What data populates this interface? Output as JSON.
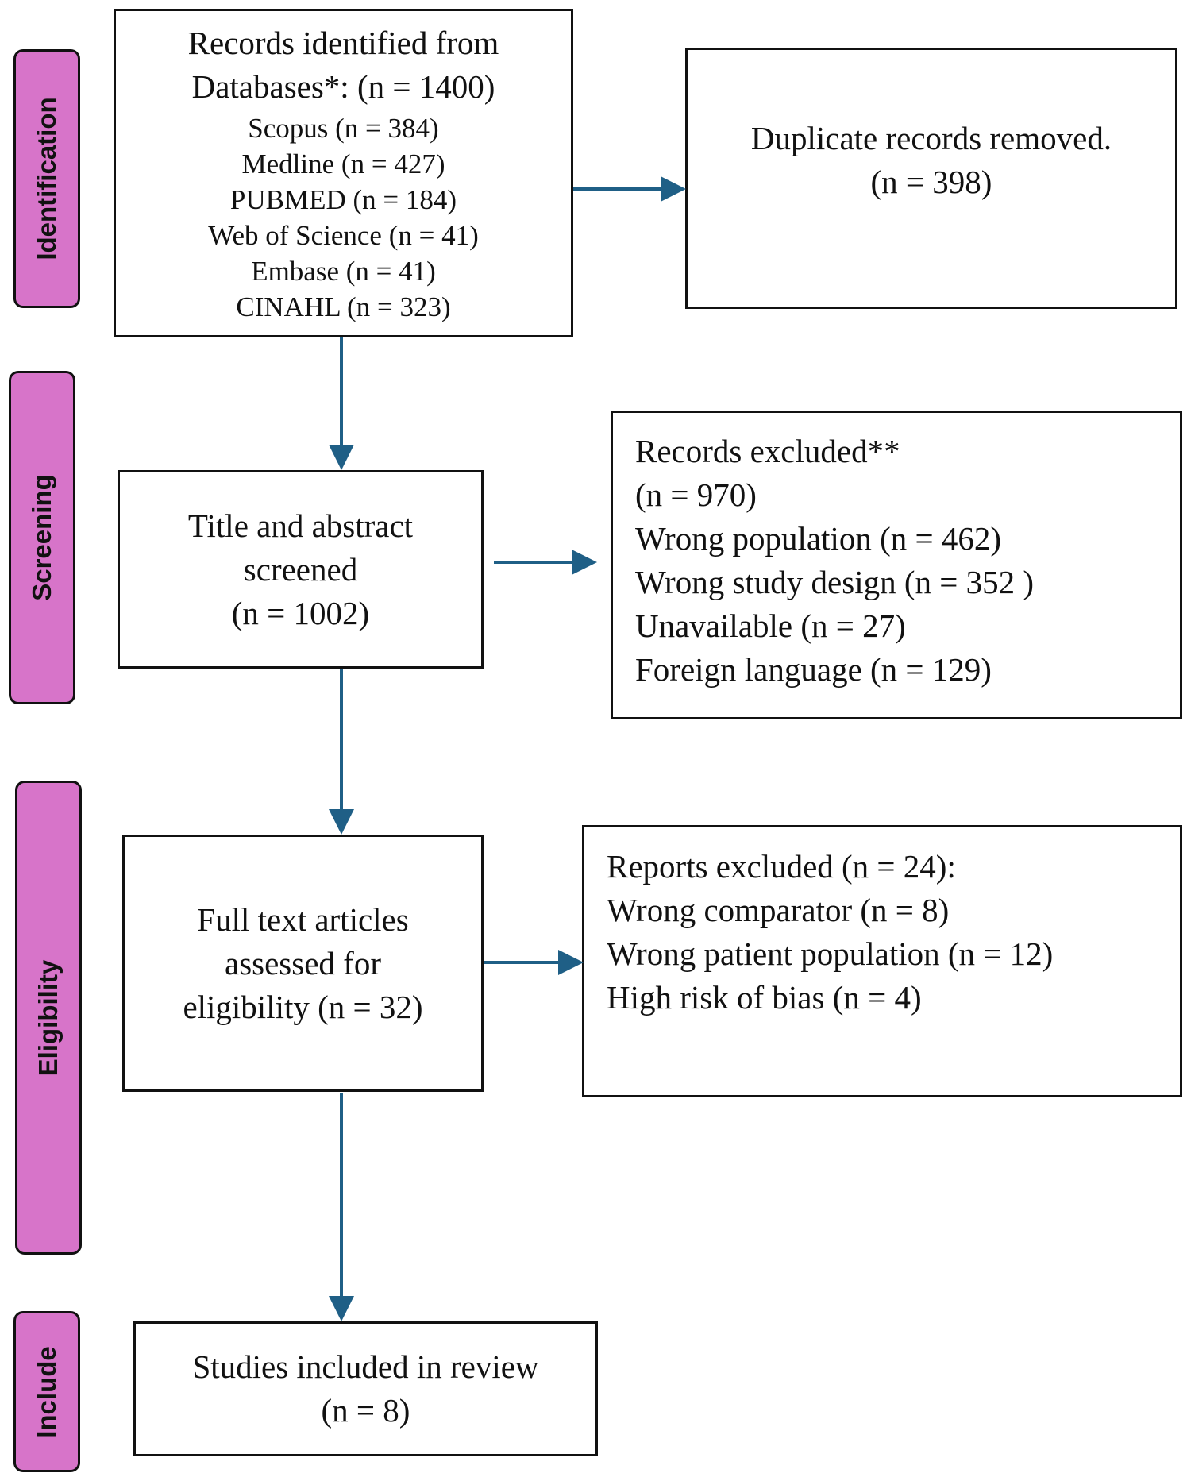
{
  "stages": {
    "identification": "Identification",
    "screening": "Screening",
    "eligibility": "Eligibility",
    "include": "Include"
  },
  "boxes": {
    "identified": {
      "title_1": "Records identified from",
      "title_2": "Databases*: (n = 1400)",
      "sources": [
        "Scopus  (n = 384)",
        "Medline (n = 427)",
        "PUBMED (n = 184)",
        "Web of Science (n = 41)",
        "Embase (n = 41)",
        "CINAHL (n = 323)"
      ]
    },
    "duplicates": {
      "line_1": "Duplicate records removed.",
      "line_2": "(n = 398)"
    },
    "screened": {
      "line_1": "Title and abstract",
      "line_2": "screened",
      "line_3": "(n = 1002)"
    },
    "records_excluded": {
      "line_1": "Records excluded**",
      "line_2": "(n = 970)",
      "reasons": [
        "Wrong population (n = 462)",
        "Wrong study design (n = 352 )",
        "Unavailable (n = 27)",
        "Foreign language (n = 129)"
      ]
    },
    "full_text": {
      "line_1": "Full text articles",
      "line_2": "assessed for",
      "line_3": "eligibility (n = 32)"
    },
    "reports_excluded": {
      "line_1": "Reports excluded (n = 24):",
      "reasons": [
        "Wrong comparator (n = 8)",
        "Wrong patient population (n = 12)",
        "High risk of bias (n = 4)"
      ]
    },
    "included": {
      "line_1": "Studies included in review",
      "line_2": "(n = 8)"
    }
  },
  "colors": {
    "stage_fill": "#d774c9",
    "arrow": "#1f5f86",
    "border": "#111111"
  }
}
